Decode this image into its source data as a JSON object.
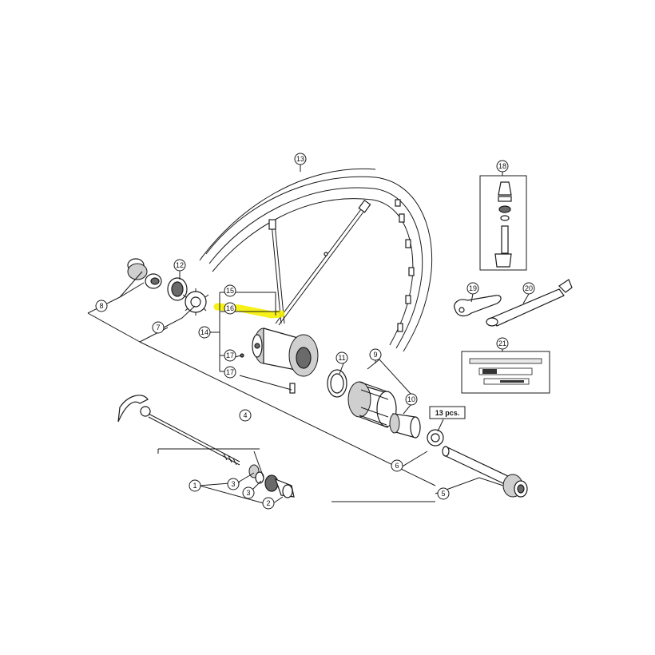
{
  "diagram": {
    "callouts": {
      "c1": "1",
      "c2": "2",
      "c3a": "3",
      "c3b": "3",
      "c4": "4",
      "c5": "5",
      "c6": "6",
      "c7": "7",
      "c8": "8",
      "c9": "9",
      "c10": "10",
      "c11": "11",
      "c12": "12",
      "c13": "13",
      "c14": "14",
      "c15": "15",
      "c16": "16",
      "c17a": "17",
      "c17b": "17",
      "c18": "18",
      "c19": "19",
      "c20": "20",
      "c21": "21"
    },
    "quantity_label": "13 pcs.",
    "highlighted_part": "16",
    "highlight_color": "#f5f000",
    "line_color": "#1a1a1a"
  }
}
